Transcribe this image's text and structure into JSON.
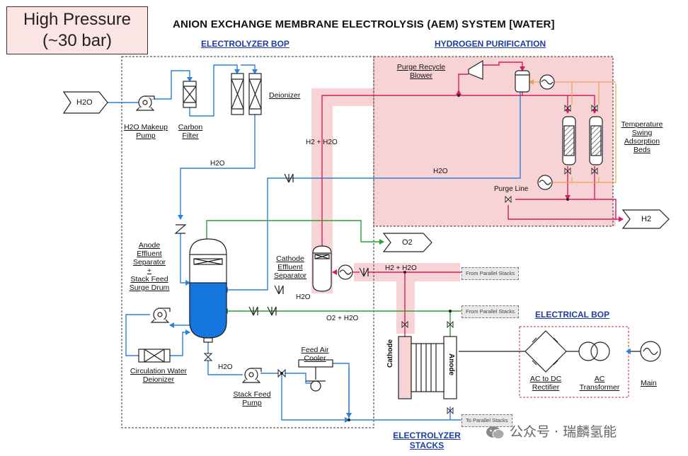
{
  "header": {
    "pressure_line1": "High Pressure",
    "pressure_line2": "(~30 bar)",
    "title": "ANION EXCHANGE MEMBRANE ELECTROLYSIS (AEM) SYSTEM [WATER]"
  },
  "sections": {
    "electrolyzer_bop": "ELECTROLYZER BOP",
    "hydrogen_purification": "HYDROGEN PURIFICATION",
    "electrical_bop": "ELECTRICAL BOP",
    "electrolyzer_stacks_1": "ELECTROLYZER",
    "electrolyzer_stacks_2": "STACKS"
  },
  "components": {
    "h2o_makeup_pump_1": "H2O Makeup",
    "h2o_makeup_pump_2": "Pump",
    "carbon_filter_1": "Carbon",
    "carbon_filter_2": "Filter",
    "deionizer": "Deionizer",
    "purge_recycle_blower_1": "Purge Recycle",
    "purge_recycle_blower_2": "Blower",
    "tsa_1": "Temperature",
    "tsa_2": "Swing",
    "tsa_3": "Adsorption",
    "tsa_4": "Beds",
    "purge_line": "Purge Line",
    "anode_sep_1": "Anode",
    "anode_sep_2": "Effluent",
    "anode_sep_3": "Separator",
    "anode_sep_4": "+",
    "anode_sep_5": "Stack Feed",
    "anode_sep_6": "Surge Drum",
    "cathode_sep_1": "Cathode",
    "cathode_sep_2": "Effluent",
    "cathode_sep_3": "Separator",
    "circ_deionizer_1": "Circulation Water",
    "circ_deionizer_2": "Deionizer",
    "stack_feed_pump_1": "Stack Feed",
    "stack_feed_pump_2": "Pump",
    "feed_air_cooler_1": "Feed Air",
    "feed_air_cooler_2": "Cooler",
    "cathode": "Cathode",
    "anode": "Anode",
    "rectifier_1": "AC to DC",
    "rectifier_2": "Rectifier",
    "transformer_1": "AC",
    "transformer_2": "Transformer",
    "main": "Main"
  },
  "streams": {
    "h2o_in": "H2O",
    "h2o_1": "H2O",
    "h2o_2": "H2O",
    "h2o_3": "H2O",
    "h2o_4": "H2O",
    "h2_h2o_1": "H2 + H2O",
    "h2_h2o_2": "H2 + H2O",
    "o2_h2o": "O2 + H2O",
    "o2_out": "O2",
    "h2_out": "H2"
  },
  "tags": {
    "from_parallel_1": "From Parallel Stacks",
    "from_parallel_2": "From Parallel Stacks",
    "to_parallel": "To Parallel Stacks"
  },
  "watermark": "公众号 · 瑞麟氢能",
  "colors": {
    "water": "#2f80d8",
    "hydrogen": "#d81b60",
    "oxygen": "#2e9e3a",
    "heat": "#f0a050",
    "high_pressure_zone": "#f8d3d6",
    "section_title": "#1f3d9e"
  }
}
